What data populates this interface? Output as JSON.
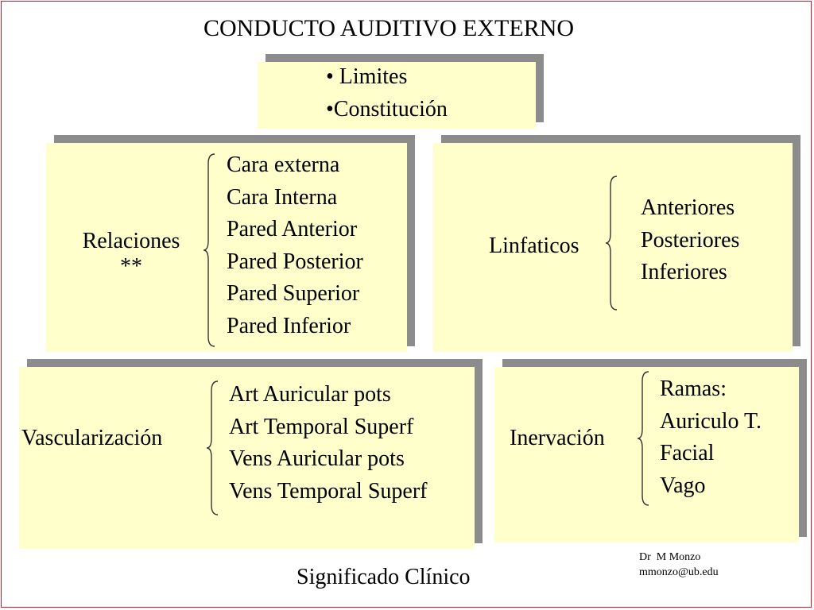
{
  "slide": {
    "title": "CONDUCTO AUDITIVO EXTERNO",
    "top_box": {
      "items": [
        "• Limites",
        "•Constitución"
      ]
    },
    "relaciones": {
      "label": "Relaciones",
      "label_mark": "**",
      "items": [
        "Cara externa",
        "Cara Interna",
        "Pared Anterior",
        "Pared Posterior",
        "Pared Superior",
        "Pared Inferior"
      ]
    },
    "linfaticos": {
      "label": "Linfaticos",
      "items": [
        "Anteriores",
        "Posteriores",
        "Inferiores"
      ]
    },
    "vascularizacion": {
      "label": "Vascularización",
      "items": [
        "Art Auricular pots",
        "Art Temporal Superf",
        "Vens Auricular pots",
        "Vens Temporal Superf"
      ]
    },
    "inervacion": {
      "label": "Inervación",
      "items": [
        "Ramas:",
        "Auriculo T.",
        "Facial",
        "Vago"
      ]
    },
    "footer": "Significado Clínico",
    "author": {
      "name": "Dr  M Monzo",
      "email": "mmonzo@ub.edu"
    }
  },
  "colors": {
    "panel": "#ffffcc",
    "shadow": "#8c8c8c",
    "frame": "#c0202a"
  }
}
